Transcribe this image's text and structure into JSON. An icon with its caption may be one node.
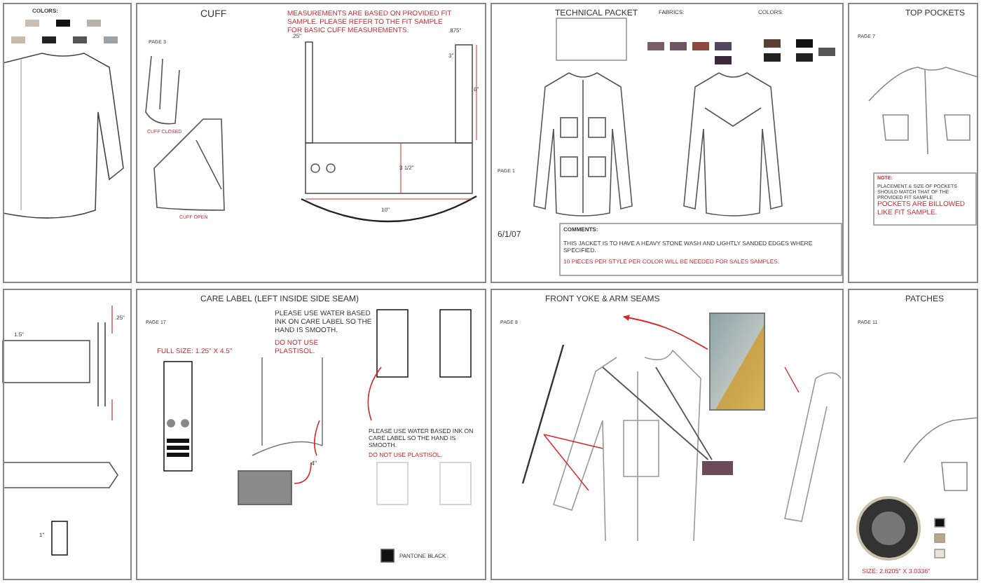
{
  "diagram": {
    "nodes": [
      {
        "text": [
          "COLORS:"
        ]
      },
      {
        "text": [
          "CUFF",
          "PAGE 3"
        ]
      },
      {
        "text": [
          "TECHNICAL PACKET",
          "PAGE 1"
        ]
      },
      {
        "text": [
          "COMMENTS:",
          "THIS JACKET IS TO HAVE A HEAVY STONE WASH AND LIGHTLY SANDED EDGES WHERE SPECIFIED.",
          "10 PIECES PER STYLE PER COLOR WILL BE NEEDED FOR SALES SAMPLES."
        ],
        "in": 2
      },
      {
        "text": [
          "TOP POCKETS",
          "PAGE 7"
        ]
      },
      {
        "text": [
          "NOTE:",
          "PLACEMENT & SIZE OF POCKETS SHOULD MATCH THAT OF THE PROVIDED FIT SAMPLE",
          "POCKETS ARE BILLOWED LIKE FIT SAMPLE."
        ],
        "in": 4
      },
      {
        "text": [],
        "shape": "box"
      },
      {
        "text": [
          "CARE LABEL (LEFT INSIDE SIDE SEAM)",
          "PAGE 17"
        ]
      },
      {
        "text": [
          "FRONT YOKE & ARM SEAMS",
          "PAGE 8"
        ]
      },
      {
        "text": [],
        "shape": "picture",
        "in": 8
      },
      {
        "text": [],
        "shape": "box",
        "in": 8
      },
      {
        "text": [
          "PATCHES",
          "PAGE 11"
        ]
      }
    ],
    "edges": [
      {
        "from": 9,
        "to": null,
        "arrow": "to",
        "color": "#d9262b"
      },
      {
        "from": 10,
        "to": null,
        "arrow": "none"
      },
      {
        "from": 10,
        "to": null,
        "arrow": "none"
      }
    ],
    "labels": [
      "MEASUREMENTS ARE BASED ON PROVIDED FIT SAMPLE. PLEASE REFER TO THE FIT SAMPLE FOR BASIC CUFF MEASUREMENTS.",
      ".25\"",
      ".875\"",
      "3\"",
      "6\"",
      "3 1/2\"",
      "10\"",
      "CUFF CLOSED",
      "CUFF OPEN",
      "FABRICS:",
      "COLORS:",
      "6/1/07",
      "FULL SIZE: 1.25\" X 4.5\"",
      "PLEASE USE WATER BASED INK ON CARE LABEL SO THE HAND IS SMOOTH.",
      "DO NOT USE PLASTISOL.",
      "4\"",
      "PLEASE USE WATER BASED INK ON CARE LABEL SO THE HAND IS SMOOTH.",
      "DO NOT USE PLASTISOL.",
      "PANTONE BLACK",
      "1.5\"",
      ".25\"",
      "1\"",
      "SIZE: 2.8205\" X 3.0336\""
    ]
  }
}
